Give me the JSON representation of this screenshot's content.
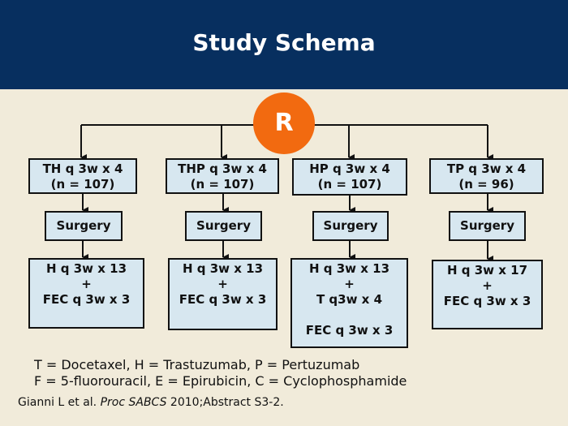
{
  "header": {
    "title": "Study Schema"
  },
  "randomization": {
    "label": "R"
  },
  "arms": [
    {
      "regimen": "TH q 3w x 4",
      "n": "(n = 107)",
      "surgery": "Surgery",
      "post": [
        "H q 3w x 13",
        "+",
        "FEC q 3w x 3"
      ]
    },
    {
      "regimen": "THP q 3w x 4",
      "n": "(n = 107)",
      "surgery": "Surgery",
      "post": [
        "H q 3w x 13",
        "+",
        "FEC q 3w x 3"
      ]
    },
    {
      "regimen": "HP q 3w x 4",
      "n": "(n = 107)",
      "surgery": "Surgery",
      "post": [
        "H q 3w x 13",
        "+",
        "T q3w x 4",
        "FEC q 3w x 3"
      ]
    },
    {
      "regimen": "TP q 3w x 4",
      "n": "(n = 96)",
      "surgery": "Surgery",
      "post": [
        "H q 3w x 17",
        "+",
        "FEC q 3w x 3"
      ]
    }
  ],
  "legend": {
    "line1": "T = Docetaxel, H = Trastuzumab, P = Pertuzumab",
    "line2": "F = 5-fluorouracil, E = Epirubicin, C = Cyclophosphamide"
  },
  "citation": {
    "authors": "Gianni L et al. ",
    "journal": "Proc SABCS",
    "rest": " 2010;Abstract S3-2."
  },
  "colors": {
    "header": "#072f5f",
    "background": "#f1ebda",
    "box": "#d7e7f0",
    "circle": "#f26a10"
  }
}
